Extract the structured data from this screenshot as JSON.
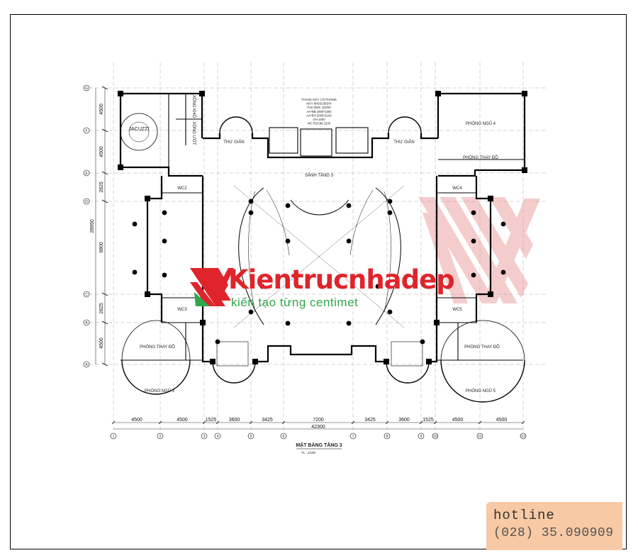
{
  "grid_rows": [
    {
      "id": "row-G",
      "label": "G"
    },
    {
      "id": "row-F",
      "label": "F"
    },
    {
      "id": "row-E",
      "label": "E"
    },
    {
      "id": "row-D",
      "label": "D"
    },
    {
      "id": "row-C",
      "label": "C"
    },
    {
      "id": "row-B",
      "label": "B"
    },
    {
      "id": "row-A",
      "label": "A"
    }
  ],
  "grid_cols": [
    "1",
    "2",
    "3",
    "4",
    "5",
    "6",
    "7",
    "8",
    "9",
    "10",
    "11",
    "12"
  ],
  "dims_left": [
    "4500",
    "4500",
    "2825",
    "9800",
    "2825",
    "4500"
  ],
  "dim_total_left": "28950",
  "dims_bottom": [
    "4500",
    "4500",
    "1525",
    "3600",
    "3425",
    "7200",
    "3425",
    "3600",
    "1525",
    "4500",
    "4500"
  ],
  "dim_total_bottom": "42300",
  "rooms": {
    "jacuzzi": "JACUZZI",
    "xong_kho": "XÔNG KHÔ",
    "xong_uot": "XÔNG ƯỚT",
    "thu_gian_left": "THƯ GIÃN",
    "thu_gian_right": "THƯ GIÃN",
    "sanh": "SẢNH TẦNG 3",
    "wc2": "WC2",
    "wc3": "WC3",
    "wc4": "WC4",
    "wc5": "WC5",
    "phong_ngu_4": "PHÒNG NGỦ 4",
    "phong_thay_do_tr": "PHÒNG THAY ĐỒ",
    "phong_thay_do_bl": "PHÒNG THAY ĐỒ",
    "phong_thay_do_br": "PHÒNG THAY ĐỒ",
    "phong_ngu_3": "PHÒNG NGỦ 3",
    "phong_ngu_5": "PHÒNG NGỦ 5"
  },
  "elevator_note": [
    "THANG MÁY CÓ PHÒNG",
    "MÁY MISSUBISHI",
    "P15 SIDE J(1000",
    "AA*BB 1800*1300",
    "AA*BH 2000*2100",
    "OH 4400",
    "MC ROOM 2200"
  ],
  "plan_title": "MẶT BẰNG TẦNG 3",
  "plan_scale": "TL : 1/100",
  "brand": {
    "name": "Kientrucnhadep",
    "slogan": "kiến tạo từng centimet"
  },
  "hotline": {
    "label": "hotline",
    "number": "(028) 35.090909"
  },
  "colors": {
    "brand_red": "#e0242b",
    "brand_green": "#2fa64a",
    "hotline_bg": "#f7c9a4"
  }
}
